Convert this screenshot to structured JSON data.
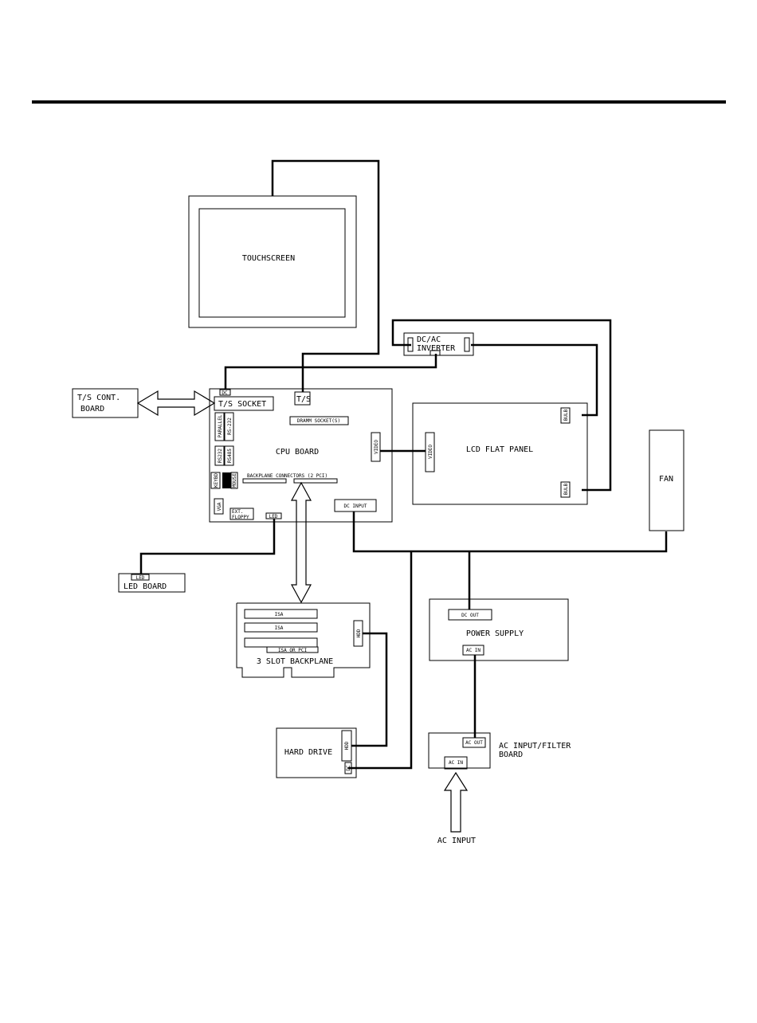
{
  "diagram": {
    "touchscreen": "TOUCHSCREEN",
    "inverter": {
      "line1": "DC/AC",
      "line2": "INVERTER"
    },
    "ts_controller": {
      "line1": "T/S CONT.",
      "line2": "BOARD"
    },
    "cpu": {
      "title": "CPU BOARD",
      "ts_socket": "T/S SOCKET",
      "ts": "T/S",
      "dimm": "DRAMM SOCKET(S)",
      "parallel": "PARALLEL",
      "rs232_a": "RS-232",
      "rs232_b": "RS232",
      "rs485": "RS485",
      "keybd": "KEYBD",
      "mouse": "MOUSE",
      "backplane_conn": "BACKPLANE CONNECTORS (2 PCI)",
      "vga": "VGA",
      "ext_floppy_1": "EXT.",
      "ext_floppy_2": "FLOPPY",
      "led": "LED",
      "video": "VIDEO",
      "dc_input": "DC INPUT",
      "dc": "DC"
    },
    "lcd": {
      "title": "LCD FLAT PANEL",
      "video": "VIDEO",
      "bulb1": "BULB",
      "bulb2": "BULB"
    },
    "fan": "FAN",
    "led_board": {
      "title": "LED BOARD",
      "conn": "LED"
    },
    "backplane": {
      "title": "3 SLOT BACKPLANE",
      "slot1": "ISA",
      "slot2": "ISA",
      "slot3": "ISA OR PCI",
      "hdd": "HDD"
    },
    "power_supply": {
      "title": "POWER SUPPLY",
      "dc_out": "DC OUT",
      "ac_in": "AC IN"
    },
    "hard_drive": {
      "title": "HARD DRIVE",
      "hdd": "HDD",
      "dc": "DC"
    },
    "ac_filter": {
      "line1": "AC INPUT/FILTER",
      "line2": "BOARD",
      "ac_out": "AC OUT",
      "ac_in": "AC IN"
    },
    "ac_input": "AC INPUT"
  }
}
